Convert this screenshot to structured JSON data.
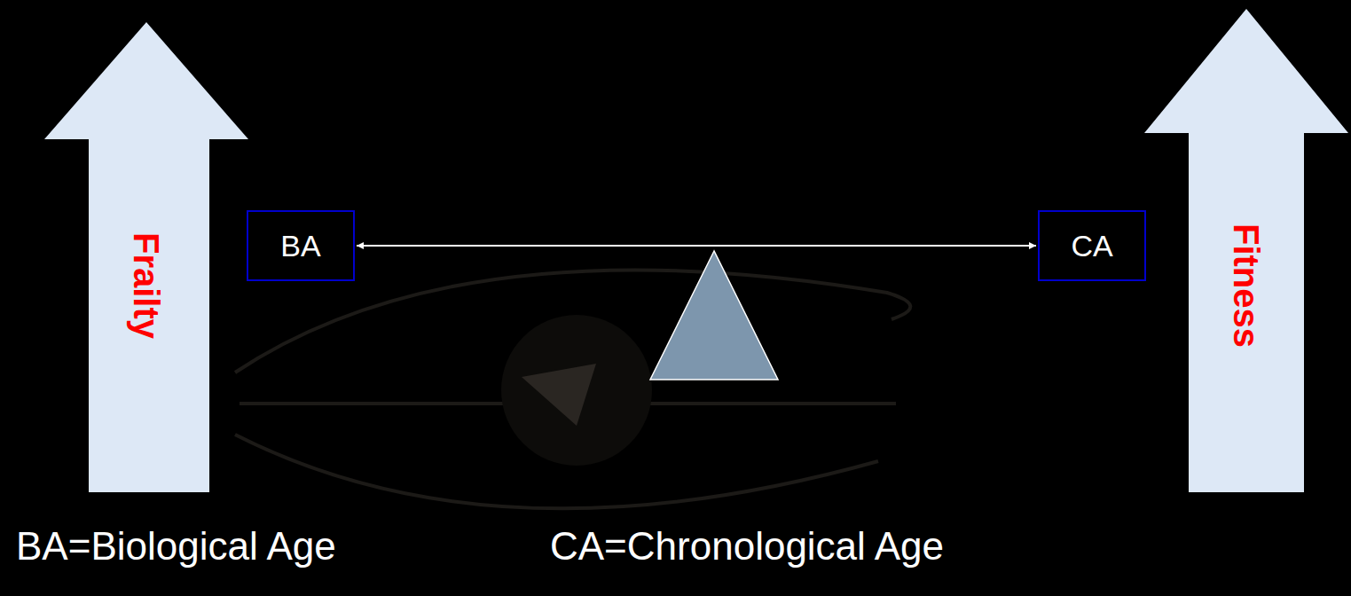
{
  "diagram": {
    "nodes": [
      {
        "text": [
          "Frailty"
        ]
      },
      {
        "text": [
          "BA"
        ]
      },
      {
        "text": [
          "CA"
        ]
      },
      {
        "text": [
          "Fitness"
        ]
      }
    ],
    "edges": [
      {
        "from": 1,
        "to": 2,
        "arrow": "both"
      }
    ],
    "labels": [
      "BA=Biological Age",
      "CA=Chronological Age"
    ]
  }
}
